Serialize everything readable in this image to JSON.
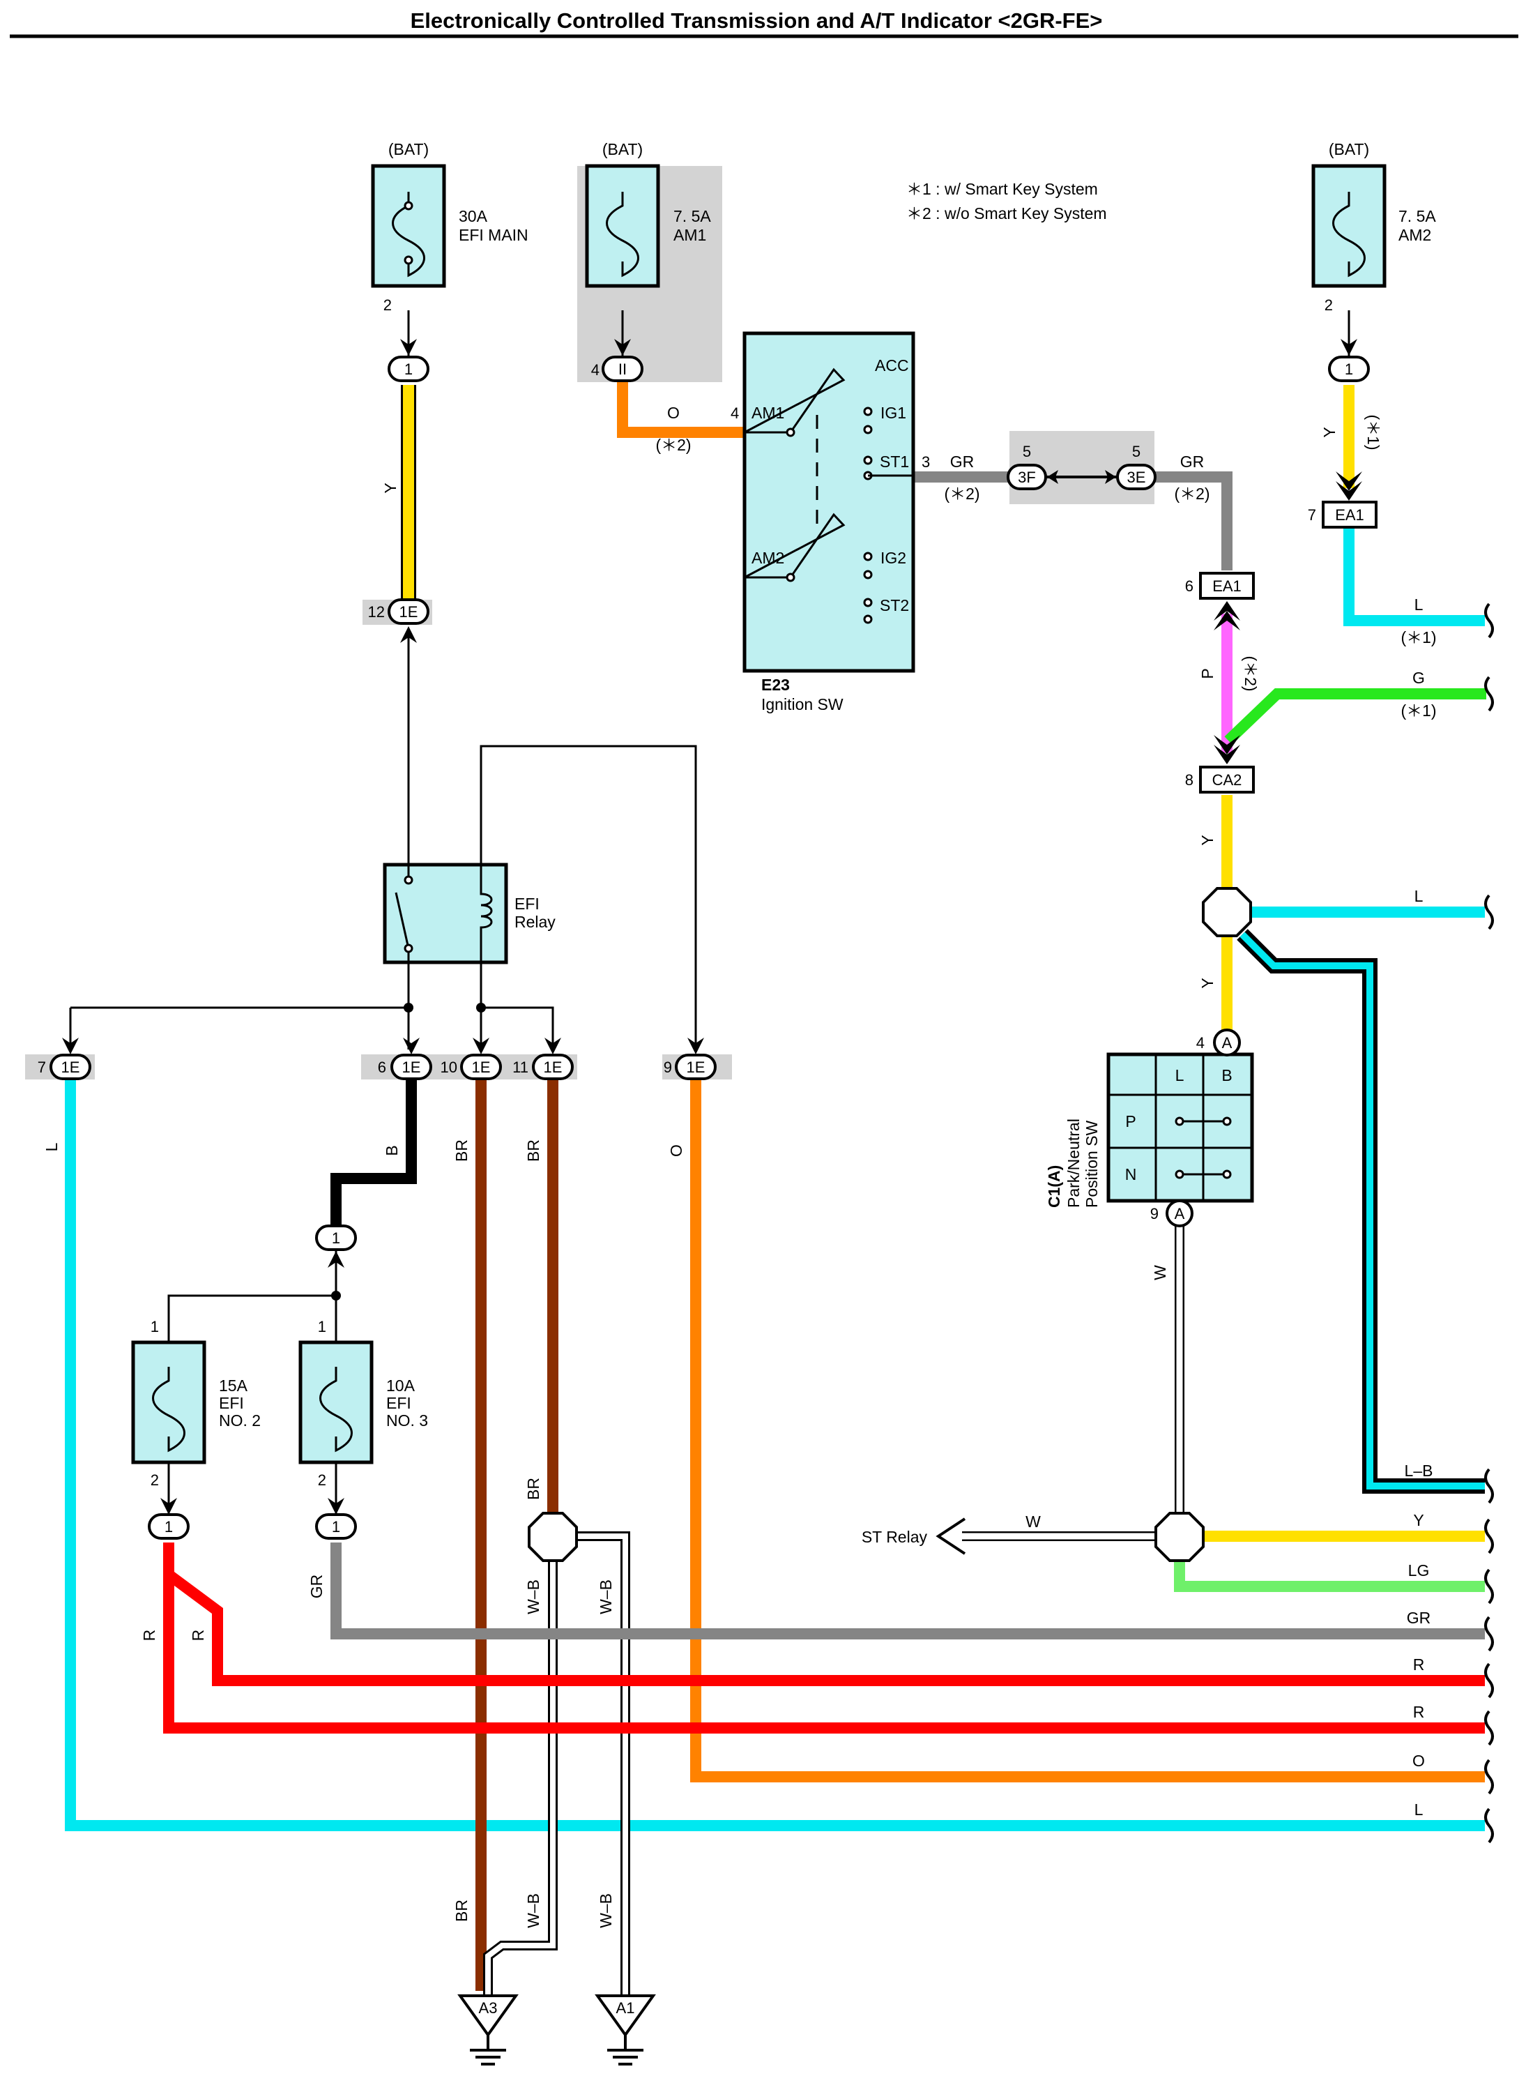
{
  "title": "Electronically Controlled Transmission and A/T Indicator <2GR-FE>",
  "notes": [
    "＊1 : w/ Smart Key System",
    "＊2 : w/o Smart Key System"
  ],
  "colors": {
    "Y": "#ffe000",
    "L": "#00e8f0",
    "G": "#28e81e",
    "LG": "#6ff06a",
    "GR": "#858585",
    "R": "#ff0000",
    "O": "#ff8200",
    "BR": "#8b2e00",
    "P": "#ff66ff",
    "B": "#000000",
    "component_fill": "#bff0f1",
    "hood_fill": "#d3d3d3"
  },
  "fuses": {
    "efi_main": {
      "source": "(BAT)",
      "rating": "30A",
      "name": "EFI MAIN",
      "pin": "2",
      "conn": "1"
    },
    "am1": {
      "source": "(BAT)",
      "rating": "7. 5A",
      "name": "AM1",
      "pin": "4",
      "conn": "II"
    },
    "am2": {
      "source": "(BAT)",
      "rating": "7. 5A",
      "name": "AM2",
      "pin": "2",
      "conn": "1"
    },
    "efi_no2": {
      "rating": "15A",
      "name1": "EFI",
      "name2": "NO. 2",
      "pin_top": "1",
      "pin_bot": "2",
      "conn": "1"
    },
    "efi_no3": {
      "rating": "10A",
      "name1": "EFI",
      "name2": "NO. 3",
      "pin_top": "1",
      "pin_bot": "2",
      "conn": "1"
    }
  },
  "ignition_sw": {
    "id": "E23",
    "name": "Ignition SW",
    "terminals": [
      "ACC",
      "IG1",
      "ST1",
      "AM1",
      "AM2",
      "IG2",
      "ST2"
    ],
    "pin_am1": "4",
    "pin_st1": "3"
  },
  "efi_relay": {
    "name1": "EFI",
    "name2": "Relay"
  },
  "png_sw": {
    "id": "C1(A)",
    "name1": "Park/Neutral",
    "name2": "Position SW",
    "cols": [
      "L",
      "B"
    ],
    "rows": [
      "P",
      "N"
    ],
    "pin_in": "4",
    "pin_out": "9",
    "pin_conn": "A"
  },
  "connectors": {
    "c1e": "1E",
    "c3f": "3F",
    "c3e": "3E",
    "ea1": "EA1",
    "ca2": "CA2",
    "one": "1",
    "pin12": "12",
    "pin7": "7",
    "pin6": "6",
    "pin10": "10",
    "pin11": "11",
    "pin9": "9",
    "pin3f": "5",
    "pin3e": "5",
    "pin_ea1_top": "7",
    "pin_ea1": "6",
    "pin_ca2": "8"
  },
  "wire_labels": {
    "y": "Y",
    "o": "O",
    "gr": "GR",
    "p": "P",
    "l": "L",
    "g": "G",
    "b": "B",
    "br": "BR",
    "w": "W",
    "wb": "W–B",
    "r": "R",
    "lb": "L–B",
    "lg": "LG",
    "note1": "(＊1)",
    "note2": "(＊2)"
  },
  "right_wires": [
    "L",
    "G",
    "L",
    "L–B",
    "Y",
    "LG",
    "GR",
    "R",
    "R",
    "O",
    "L"
  ],
  "st_relay": "ST Relay",
  "grounds": [
    "A3",
    "A1"
  ]
}
